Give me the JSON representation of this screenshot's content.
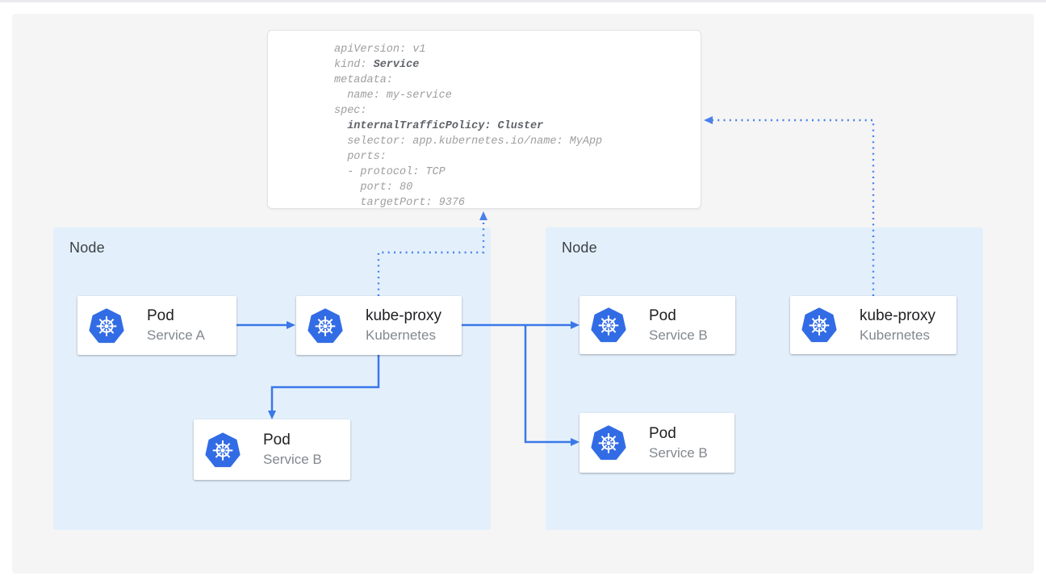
{
  "figure": {
    "yaml_card": {
      "lines": [
        {
          "text": "apiVersion: v1"
        },
        {
          "pre": "kind: ",
          "bold": "Service"
        },
        {
          "text": "metadata:"
        },
        {
          "text": "  name: my-service"
        },
        {
          "text": "spec:"
        },
        {
          "pre": "  ",
          "bold": "internalTrafficPolicy: Cluster"
        },
        {
          "text": "  selector: app.kubernetes.io/name: MyApp"
        },
        {
          "text": "  ports:"
        },
        {
          "text": "  - protocol: TCP"
        },
        {
          "text": "    port: 80"
        },
        {
          "text": "    targetPort: 9376"
        }
      ]
    },
    "nodes": {
      "left": {
        "label": "Node"
      },
      "right": {
        "label": "Node"
      }
    },
    "cards": {
      "pod_a": {
        "title": "Pod",
        "subtitle": "Service A"
      },
      "kube_proxy_left": {
        "title": "kube-proxy",
        "subtitle": "Kubernetes"
      },
      "pod_b_left": {
        "title": "Pod",
        "subtitle": "Service B"
      },
      "pod_b_right_top": {
        "title": "Pod",
        "subtitle": "Service B"
      },
      "pod_b_right_bottom": {
        "title": "Pod",
        "subtitle": "Service B"
      },
      "kube_proxy_right": {
        "title": "kube-proxy",
        "subtitle": "Kubernetes"
      }
    },
    "icons": {
      "kubernetes": "kubernetes-helm-wheel-icon"
    },
    "colors": {
      "arrow_blue": "#3B78E8",
      "dotted_arrow_blue": "#4A80EC",
      "kubernetes_blue": "#326CE5",
      "node_background": "#E3F0FC",
      "panel_background": "#F5F5F5",
      "yaml_text": "#9E9E9E",
      "yaml_bold_text": "#5F6368"
    }
  }
}
